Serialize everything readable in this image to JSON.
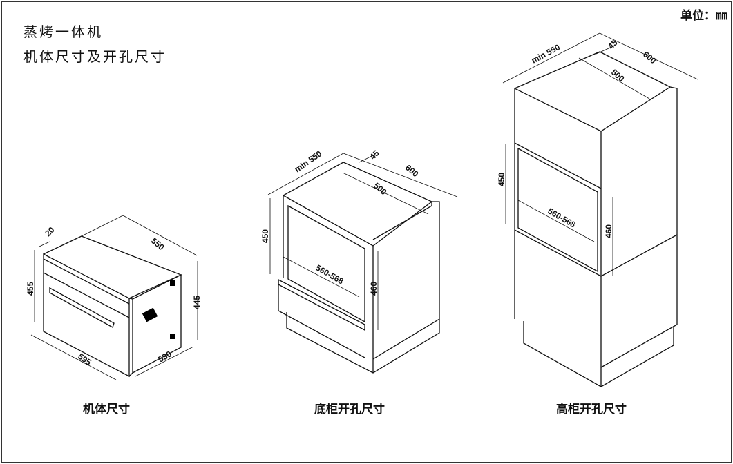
{
  "header": {
    "title_line1": "蒸烤一体机",
    "title_line2": "机体尺寸及开孔尺寸",
    "unit": "单位：㎜"
  },
  "views": [
    {
      "caption": "机体尺寸",
      "dims": {
        "front_depth": "20",
        "depth": "550",
        "height_front": "455",
        "height_side": "445",
        "width": "595",
        "side_depth": "530"
      }
    },
    {
      "caption": "底柜开孔尺寸",
      "dims": {
        "min_depth": "min 550",
        "back_gap": "45",
        "cabinet_depth": "600",
        "inner_depth": "500",
        "opening_height": "450",
        "opening_width": "560-568",
        "side_height": "460"
      }
    },
    {
      "caption": "高柜开孔尺寸",
      "dims": {
        "min_depth": "min 550",
        "back_gap": "45",
        "cabinet_depth": "600",
        "inner_depth": "500",
        "opening_height": "450",
        "opening_width": "560-568",
        "side_height": "460"
      }
    }
  ]
}
